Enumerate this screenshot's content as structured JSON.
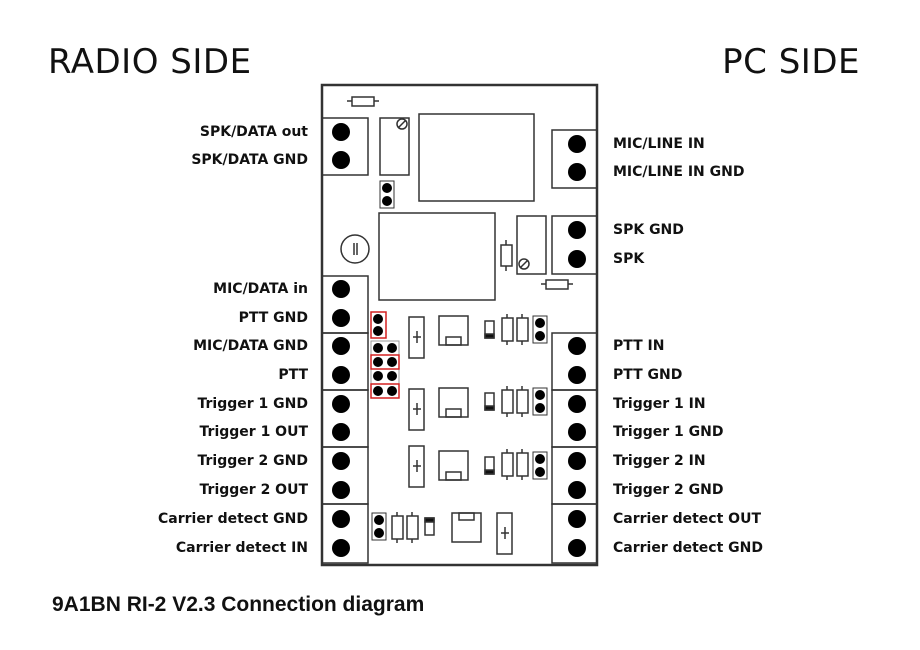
{
  "titles": {
    "radio_side": "RADIO SIDE",
    "pc_side": "PC SIDE",
    "caption": "9A1BN RI-2 V2.3 Connection diagram"
  },
  "colors": {
    "outline": "#333333",
    "pin": "#000000",
    "jumper_highlight": "#d22020",
    "background": "#ffffff"
  },
  "radio_side_pins": [
    {
      "label": "SPK/DATA out"
    },
    {
      "label": "SPK/DATA GND"
    },
    {
      "label": "MIC/DATA in"
    },
    {
      "label": "PTT GND"
    },
    {
      "label": "MIC/DATA GND"
    },
    {
      "label": "PTT"
    },
    {
      "label": "Trigger 1 GND"
    },
    {
      "label": "Trigger 1 OUT"
    },
    {
      "label": "Trigger 2 GND"
    },
    {
      "label": "Trigger 2 OUT"
    },
    {
      "label": "Carrier detect GND"
    },
    {
      "label": "Carrier detect IN"
    }
  ],
  "pc_side_pins": [
    {
      "label": "MIC/LINE IN"
    },
    {
      "label": "MIC/LINE IN GND"
    },
    {
      "label": "SPK GND"
    },
    {
      "label": "SPK"
    },
    {
      "label": "PTT IN"
    },
    {
      "label": "PTT GND"
    },
    {
      "label": "Trigger 1 IN"
    },
    {
      "label": "Trigger 1 GND"
    },
    {
      "label": "Trigger 2 IN"
    },
    {
      "label": "Trigger 2 GND"
    },
    {
      "label": "Carrier detect OUT"
    },
    {
      "label": "Carrier detect GND"
    }
  ]
}
